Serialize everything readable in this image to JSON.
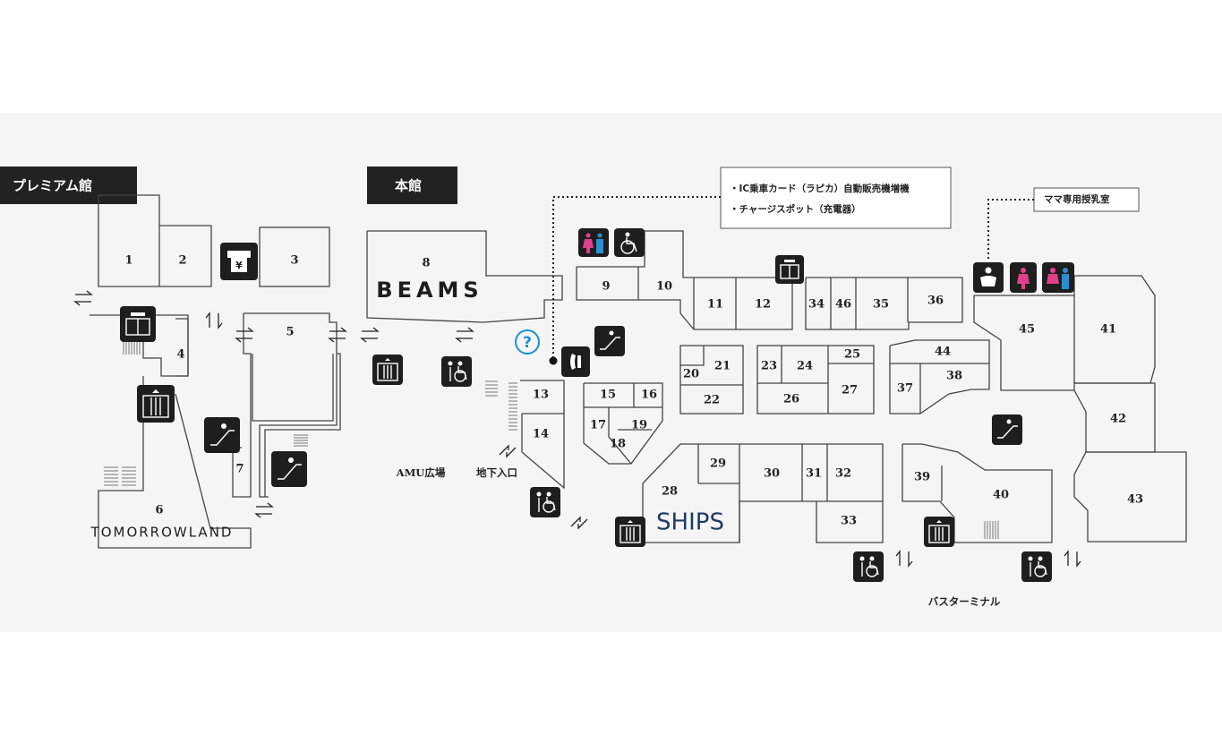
{
  "buildings": {
    "premium": "プレミアム館",
    "main": "本館"
  },
  "shops": {
    "s1": "1",
    "s2": "2",
    "s3": "3",
    "s4": "4",
    "s5": "5",
    "s6": "6",
    "s7": "7",
    "s8": "8",
    "s9": "9",
    "s10": "10",
    "s11": "11",
    "s12": "12",
    "s13": "13",
    "s14": "14",
    "s15": "15",
    "s16": "16",
    "s17": "17",
    "s18": "18",
    "s19": "19",
    "s20": "20",
    "s21": "21",
    "s22": "22",
    "s23": "23",
    "s24": "24",
    "s25": "25",
    "s26": "26",
    "s27": "27",
    "s28": "28",
    "s29": "29",
    "s30": "30",
    "s31": "31",
    "s32": "32",
    "s33": "33",
    "s34": "34",
    "s35": "35",
    "s36": "36",
    "s37": "37",
    "s38": "38",
    "s39": "39",
    "s40": "40",
    "s41": "41",
    "s42": "42",
    "s43": "43",
    "s44": "44",
    "s45": "45",
    "s46": "46"
  },
  "brands": {
    "beams": "BEAMS",
    "ships": "SHIPS",
    "tomorrowland": "TOMORROWLAND"
  },
  "places": {
    "amu_plaza": "AMU広場",
    "underground_entrance": "地下入口",
    "bus_terminal": "バスターミナル"
  },
  "notes": {
    "ic_card": "・IC乗車カード（ラピカ）自動販売機増機",
    "charge_spot": "・チャージスポット（充電器）",
    "nursing_room": "ママ専用授乳室"
  },
  "icons": {
    "info": "?",
    "atm": "¥"
  },
  "colors": {
    "header_bg": "#222222",
    "icon_bg": "#1e1e1e",
    "info_blue": "#1f8fd6",
    "ships_navy": "#1f3a63",
    "women_pink": "#e0408a",
    "men_blue": "#2a8fd0",
    "map_bg": "#f5f5f5"
  }
}
